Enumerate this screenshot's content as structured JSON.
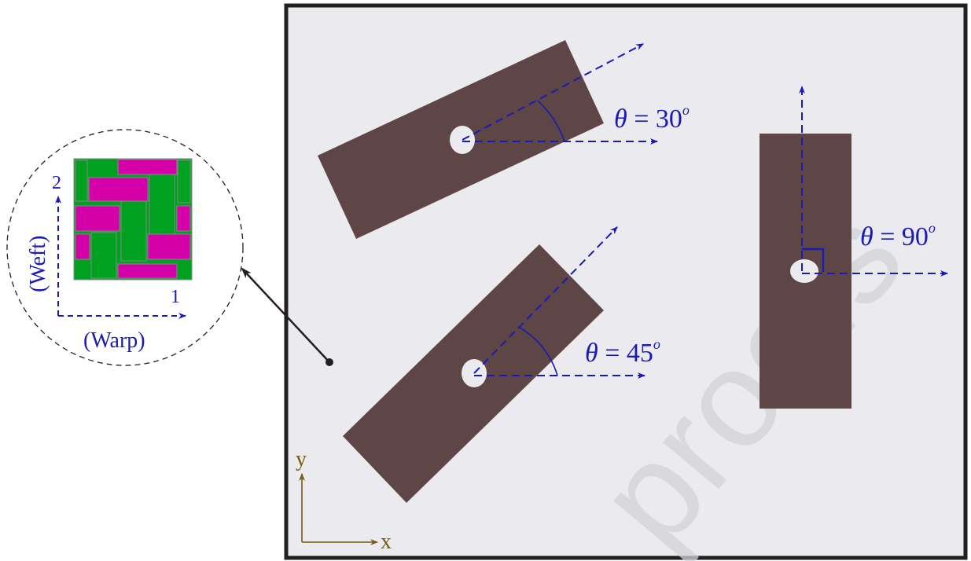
{
  "colors": {
    "plate_fill": "#ebeaee",
    "plate_border": "#231f20",
    "inclusion_fill": "#5e4646",
    "hole_fill": "#ebeaee",
    "arrow_blue": "#1a1ab4",
    "label_blue": "#1a1ab4",
    "axis_color": "#7a5a10",
    "warp_color": "#00a020",
    "weft_color": "#d400a8",
    "pointer_color": "#231f20",
    "watermark_color": "#cfcfd3"
  },
  "plate": {
    "inclusions": [
      {
        "theta_label": "θ",
        "equals": " = ",
        "angle_value": "30",
        "degree_mark": "o",
        "angle_deg": 30
      },
      {
        "theta_label": "θ",
        "equals": " = ",
        "angle_value": "45",
        "degree_mark": "o",
        "angle_deg": 45
      },
      {
        "theta_label": "θ",
        "equals": " = ",
        "angle_value": "90",
        "degree_mark": "o",
        "angle_deg": 90
      }
    ],
    "axes": {
      "x_label": "x",
      "y_label": "y"
    },
    "watermark": "proofs"
  },
  "weave": {
    "axis_1_number": "1",
    "axis_2_number": "2",
    "warp_label": "(Warp)",
    "weft_label": "(Weft)"
  }
}
